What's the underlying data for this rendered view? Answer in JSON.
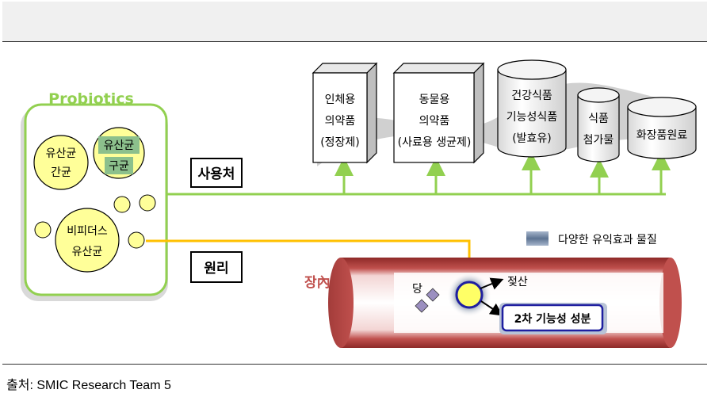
{
  "header": {
    "title": ""
  },
  "probiotics": {
    "title": "Probiotics",
    "groups": [
      {
        "line1": "유산균",
        "line2": "간균"
      },
      {
        "line1": "유산균",
        "line2": "구균"
      },
      {
        "line1": "비피더스",
        "line2": "유산균"
      }
    ]
  },
  "labels": {
    "usage": "사용처",
    "principle": "원리",
    "intestine": "장內"
  },
  "products": [
    {
      "lines": [
        "인체용",
        "의약품",
        "(정장제)"
      ]
    },
    {
      "lines": [
        "동물용",
        "의약품",
        "(사료용 생균제)"
      ]
    },
    {
      "lines": [
        "건강식품",
        "기능성식품",
        "(발효유)"
      ]
    },
    {
      "lines": [
        "식품",
        "첨가물"
      ]
    },
    {
      "lines": [
        "화장품원료"
      ]
    }
  ],
  "mechanism": {
    "legend": "다양한 유익효과 물질",
    "sugar": "당",
    "lactic_acid": "젖산",
    "secondary": "2차 기능성 성분"
  },
  "source": "출처: SMIC Research Team 5",
  "colors": {
    "green": "#92d050",
    "yellow_fill": "#ffff99",
    "gold_line": "#ffc000",
    "intestine_red": "#c0504d",
    "highlight_green": "#8cc08c",
    "diamond": "#9b8fc0",
    "box_blue": "#1f1fa0"
  }
}
